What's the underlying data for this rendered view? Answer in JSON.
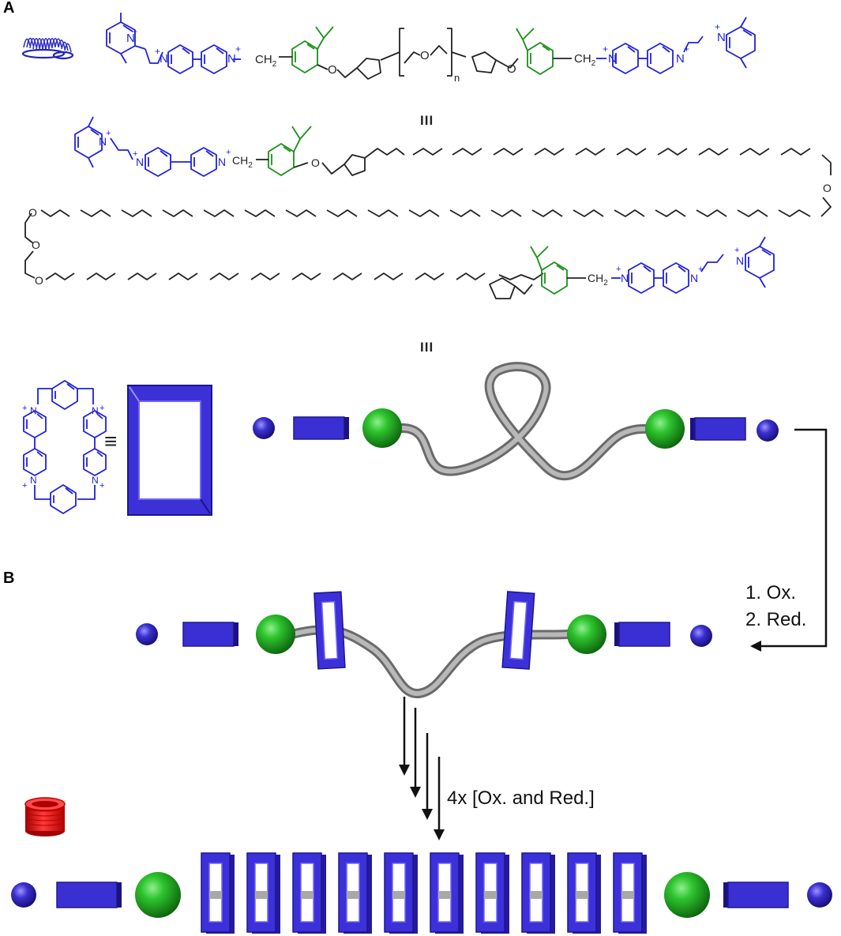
{
  "figure": {
    "panel_a_label": "A",
    "panel_b_label": "B",
    "equiv_symbol": "≡",
    "separator_1": "III",
    "separator_2": "III",
    "ch2": "CH",
    "ch2_sub": "2",
    "repeat_subscript": "n",
    "atoms": {
      "N": "N",
      "O": "O",
      "plus": "+"
    }
  },
  "steps": {
    "step1": "1.  Ox.",
    "step2": "2.  Red.",
    "repeat": "4x [Ox. and Red.]"
  },
  "colors": {
    "viologen_blue": "#2020dd",
    "stopper_green": "#1a8f1a",
    "ring_blue": "#4b3fd9",
    "ball_blue": "#3a2fc9",
    "ball_green": "#22b022",
    "axle_gray": "#9a9a9a",
    "spring_red": "#e01010"
  },
  "icons": {
    "top_left": "blue-spring-icon",
    "bottom_left": "red-spring-icon"
  }
}
